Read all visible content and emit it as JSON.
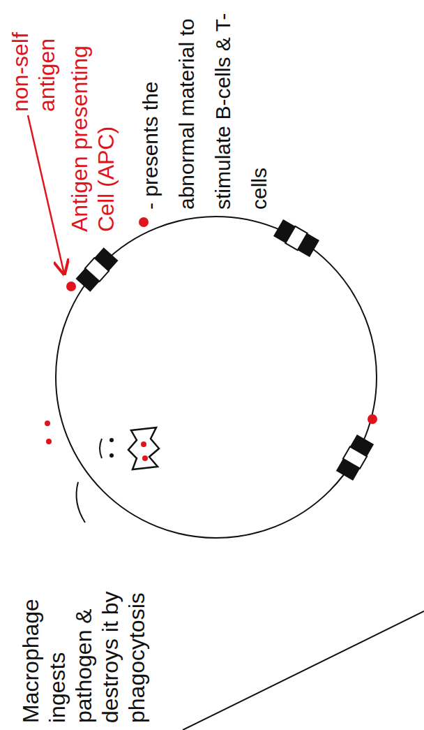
{
  "diagram": {
    "labels": [
      "non-self antigen",
      "Antigen presenting Cell (APC)",
      "- presents the abnormal material to stimulate B-cells & T-cells",
      "Macrophage ingests pathogen & destroys it by phagocytosis"
    ]
  }
}
